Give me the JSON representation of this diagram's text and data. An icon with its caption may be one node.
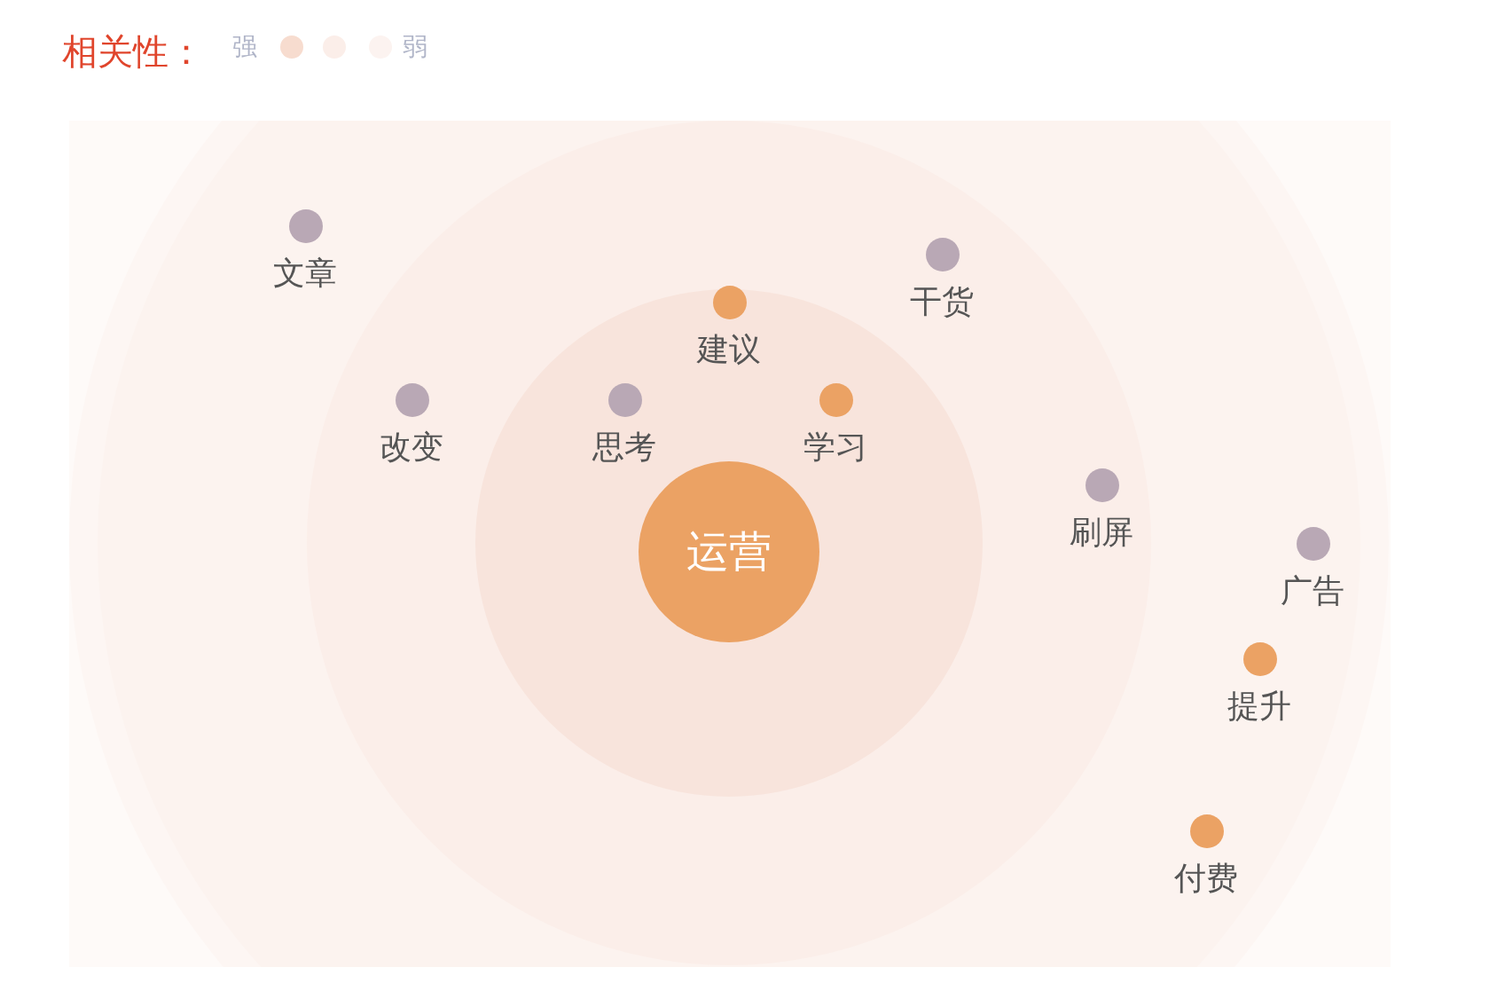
{
  "diagram": {
    "title": "相关性：",
    "nodes": [
      {
        "text": [
          "运营"
        ]
      },
      {
        "text": [
          "文章"
        ]
      },
      {
        "text": [
          "建议"
        ]
      },
      {
        "text": [
          "干货"
        ]
      },
      {
        "text": [
          "改变"
        ]
      },
      {
        "text": [
          "思考"
        ]
      },
      {
        "text": [
          "学习"
        ]
      },
      {
        "text": [
          "刷屏"
        ]
      },
      {
        "text": [
          "广告"
        ]
      },
      {
        "text": [
          "提升"
        ]
      },
      {
        "text": [
          "付费"
        ]
      }
    ],
    "edges": [],
    "legend": [
      {
        "text": "强",
        "color": "#f7dccf"
      },
      {
        "text": "弱",
        "color": "#fcf3f0"
      }
    ]
  }
}
